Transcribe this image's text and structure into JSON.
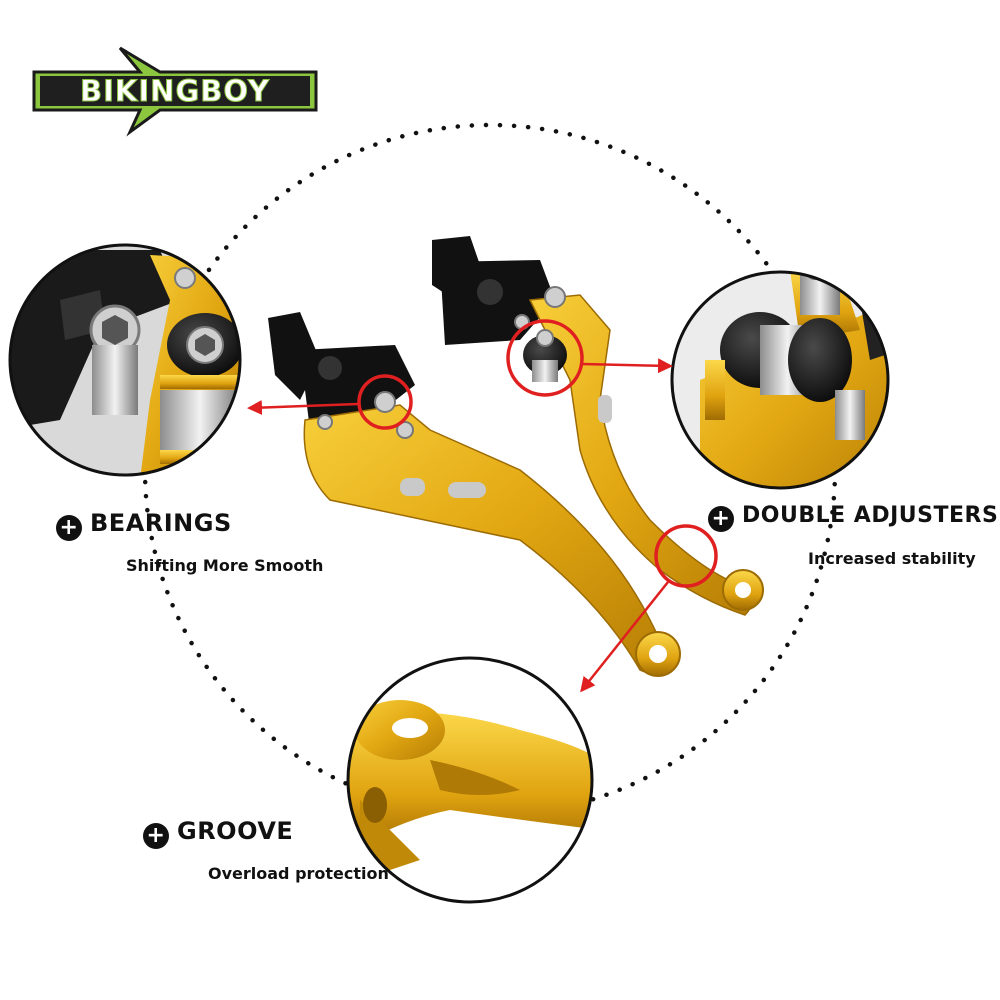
{
  "brand": {
    "logo_text": "BIKINGBOY",
    "colors": {
      "green": "#8cc63f",
      "dark": "#1a1a1a",
      "gold": "#e2a712",
      "red": "#e02020"
    }
  },
  "features": [
    {
      "title": "BEARINGS",
      "subtitle": "Shifting More Smooth",
      "icon": "plus-circle-icon"
    },
    {
      "title": "DOUBLE ADJUSTERS",
      "subtitle": "Increased stability",
      "icon": "plus-circle-icon"
    },
    {
      "title": "GROOVE",
      "subtitle": "Overload protection",
      "icon": "plus-circle-icon"
    }
  ],
  "plus_glyph": "+"
}
